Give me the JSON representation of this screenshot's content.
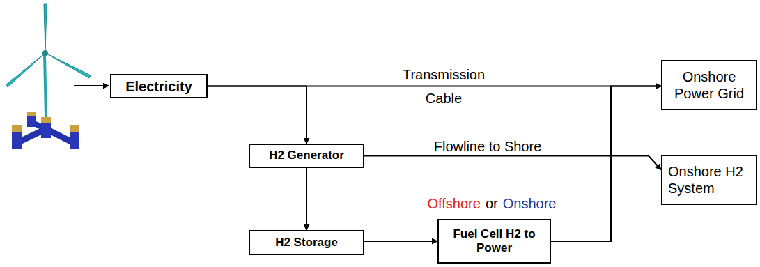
{
  "diagram": {
    "nodes": [
      {
        "text": [
          "Electricity"
        ]
      },
      {
        "text": [
          "Onshore Power Grid"
        ]
      },
      {
        "text": [
          "H2 Generator"
        ]
      },
      {
        "text": [
          "Onshore H2 System"
        ]
      },
      {
        "text": [
          "H2 Storage"
        ]
      },
      {
        "text": [
          "Fuel Cell H2 to Power"
        ]
      }
    ],
    "edges": [
      {
        "from": 0,
        "to": 1,
        "label": "Transmission Cable",
        "arrow": "to"
      },
      {
        "from": 0,
        "to": 2,
        "arrow": "to"
      },
      {
        "from": 2,
        "to": 3,
        "label": "Flowline to Shore",
        "arrow": "to"
      },
      {
        "from": 2,
        "to": 4,
        "arrow": "to"
      },
      {
        "from": 4,
        "to": 5,
        "arrow": "to"
      },
      {
        "from": 5,
        "to": 1,
        "arrow": "to"
      }
    ],
    "labels": [
      "Offshore",
      "or",
      "Onshore"
    ]
  }
}
